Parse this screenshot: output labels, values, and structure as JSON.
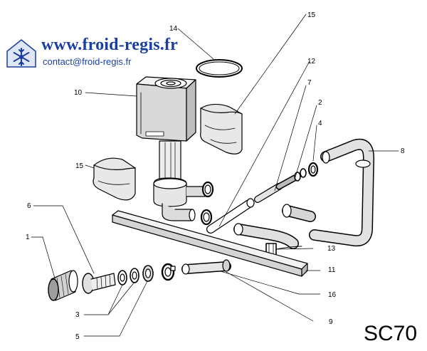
{
  "header": {
    "url": "www.froid-regis.fr",
    "email": "contact@froid-regis.fr"
  },
  "logo": {
    "icon": "snowflake-house-icon",
    "color": "#1a3fa0"
  },
  "model": "SC70",
  "callouts": [
    "1",
    "2",
    "3",
    "4",
    "5",
    "6",
    "7",
    "8",
    "9",
    "10",
    "11",
    "12",
    "13",
    "14",
    "15",
    "15",
    "16"
  ]
}
